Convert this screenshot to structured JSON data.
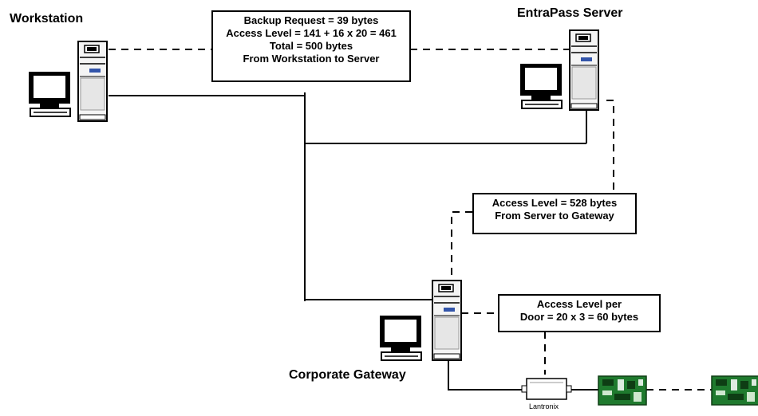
{
  "nodes": {
    "workstation": {
      "label": "Workstation"
    },
    "server": {
      "label": "EntraPass Server"
    },
    "gateway": {
      "label": "Corporate Gateway"
    },
    "lantronix": {
      "label": "Lantronix"
    }
  },
  "callouts": {
    "backup": {
      "lines": [
        "Backup Request = 39 bytes",
        "Access Level = 141 + 16 x 20 = 461",
        "Total  = 500 bytes",
        "From Workstation to Server"
      ]
    },
    "server_to_gateway": {
      "lines": [
        "Access Level = 528 bytes",
        "From Server to Gateway"
      ]
    },
    "per_door": {
      "lines": [
        "Access Level per",
        "Door = 20 x 3 = 60 bytes"
      ]
    }
  },
  "colors": {
    "line": "#000000",
    "tower": "#f4f4f4",
    "monitor_screen": "#ffffff",
    "led_blue": "#3355aa",
    "board_green": "#1f7a2e",
    "board_dark": "#0e3d14"
  }
}
